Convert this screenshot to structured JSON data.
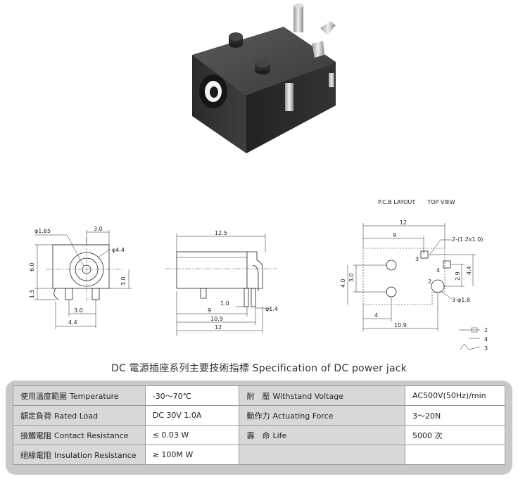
{
  "pcb_heading": {
    "layout": "P.C.B LAYOUT",
    "view": "TOP VIEW"
  },
  "front_view": {
    "dims": {
      "hole_dia": "φ1.65",
      "top_width": "3.0",
      "outer_dia": "φ4.4",
      "height": "6.0",
      "right_h": "3.0",
      "pin_h": "1.5",
      "pin_w": "3.0",
      "base_w": "4.4"
    }
  },
  "side_view": {
    "dims": {
      "length": "12.5",
      "pin_gap": "1.0",
      "pin_dia": "φ1.4",
      "d9": "9",
      "d109": "10.9",
      "d12": "12"
    }
  },
  "pcb_view": {
    "dims": {
      "width": "12",
      "d9": "9",
      "slot": "2-(1.2x1.0)",
      "left_h": "4.0",
      "inner_h": "3.0",
      "d29": "2.9",
      "d44": "4.4",
      "hole": "3-φ1.8",
      "d4": "4",
      "d109": "10.9"
    },
    "pins": {
      "p2": "2",
      "p3": "3",
      "p4": "4",
      "p2b": "2",
      "p4b": "4",
      "p3b": "3"
    }
  },
  "spec": {
    "title": "DC  電源插座系列主要技術指標 Specification of DC power jack",
    "rows": [
      {
        "zh1": "使用溫度範圍",
        "en1": "Temperature",
        "val1": "-30～70℃",
        "zh2": "耐　壓",
        "en2": "Withstand Voltage",
        "val2": "AC500V(50Hz)/min"
      },
      {
        "zh1": "額定負荷",
        "en1": "Rated Load",
        "val1": "DC  30V  1.0A",
        "zh2": "動作力",
        "en2": "Actuating Force",
        "val2": "3～20N"
      },
      {
        "zh1": "接觸電阻",
        "en1": "Contact Resistance",
        "val1": "≤ 0.03 W",
        "zh2": "壽　命",
        "en2": "Life",
        "val2": "5000 次"
      },
      {
        "zh1": "絕緣電阻",
        "en1": "Insulation Resistance",
        "val1": "≥ 100M W",
        "zh2": "",
        "en2": "",
        "val2": ""
      }
    ]
  },
  "colors": {
    "body": "#2d2d2d",
    "panel": "#c9c9c9",
    "label_cell": "#d8d8d8"
  }
}
